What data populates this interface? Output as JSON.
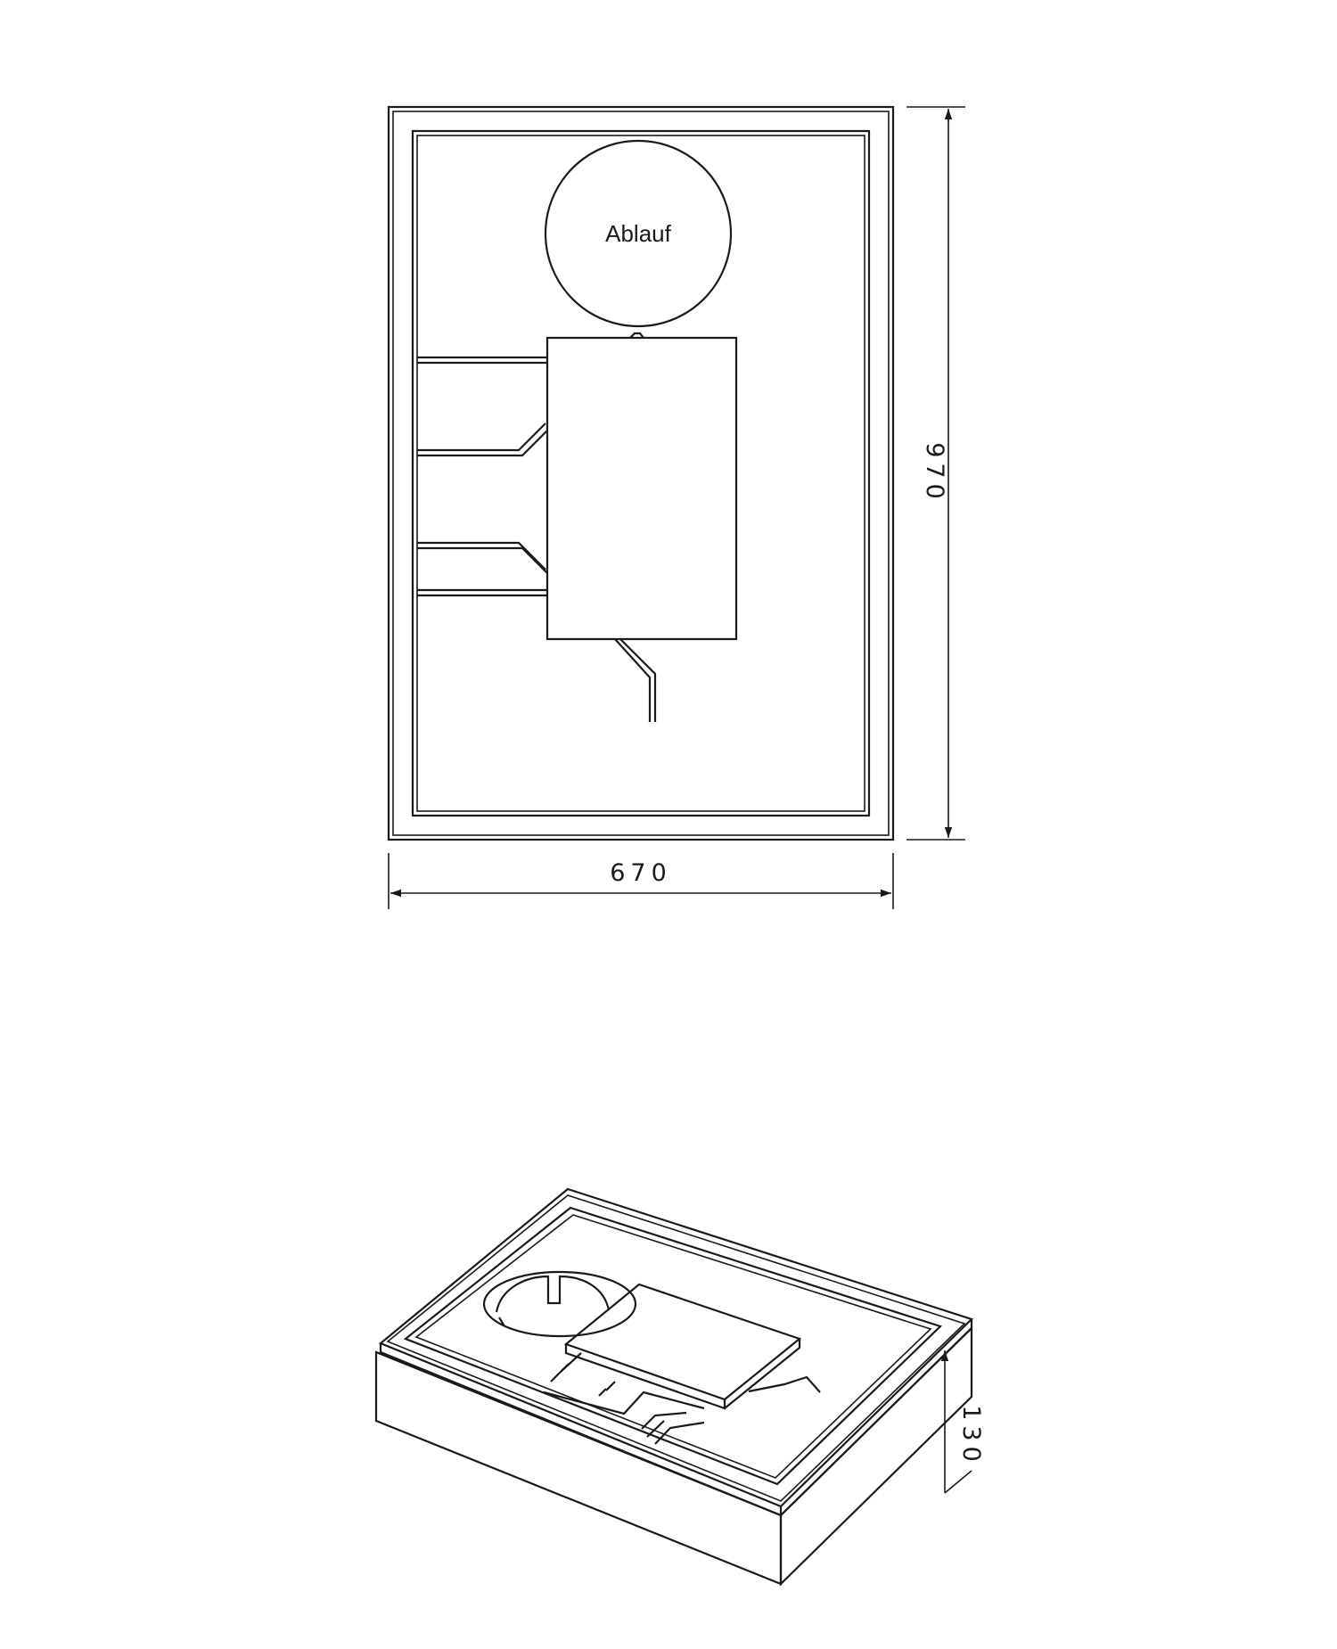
{
  "top_view": {
    "drain_label": "Ablauf",
    "dim_width": "670",
    "dim_length": "970"
  },
  "iso_view": {
    "dim_height": "130"
  },
  "colors": {
    "line": "#1a1a1a",
    "background": "#ffffff"
  }
}
